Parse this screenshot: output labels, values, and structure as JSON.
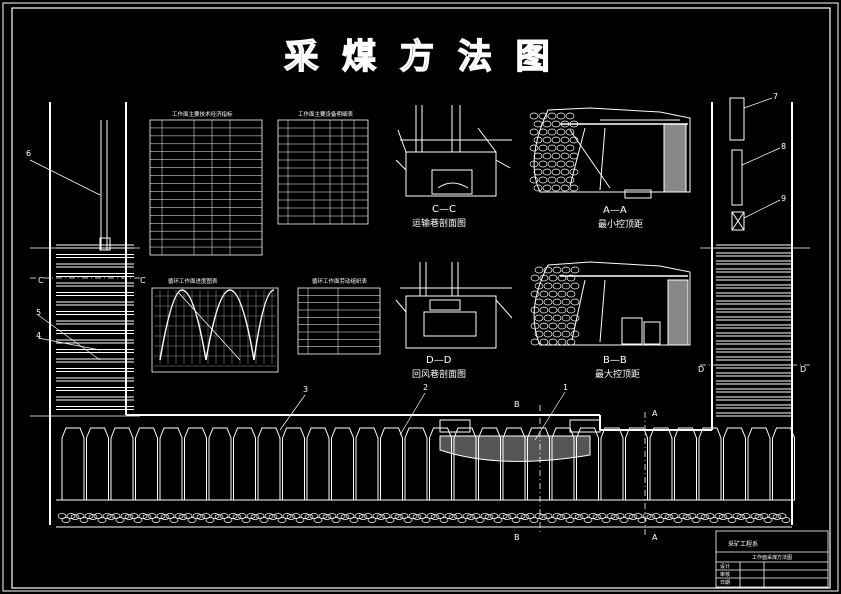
{
  "title": "采 煤 方 法 图",
  "section_labels": {
    "cc": "C—C",
    "cc_caption": "运输巷剖面图",
    "aa": "A—A",
    "aa_caption": "最小控顶距",
    "dd": "D—D",
    "dd_caption": "回风巷剖面图",
    "bb": "B—B",
    "bb_caption": "最大控顶距"
  },
  "table_titles": {
    "t1": "工作面主要技术经济指标",
    "t2": "工作面主要设备明细表",
    "t3": "循环工作面进度图表",
    "t4": "循环工作面劳动组织表"
  },
  "callouts": [
    "1",
    "2",
    "3",
    "4",
    "5",
    "6",
    "7",
    "8",
    "9"
  ],
  "side_marks": {
    "c_left": "C",
    "c_right": "C",
    "d_left": "D",
    "d_right": "D",
    "b_top": "B",
    "b_bottom": "B",
    "a_top": "A",
    "a_bottom": "A"
  },
  "title_block": {
    "school": "采矿工程系",
    "drawing": "工作面采煤方法图",
    "rows": [
      "设计",
      "审核",
      "日期"
    ]
  },
  "colors": {
    "line": "#ffffff",
    "fill_gray": "#888888",
    "background": "#000000"
  }
}
